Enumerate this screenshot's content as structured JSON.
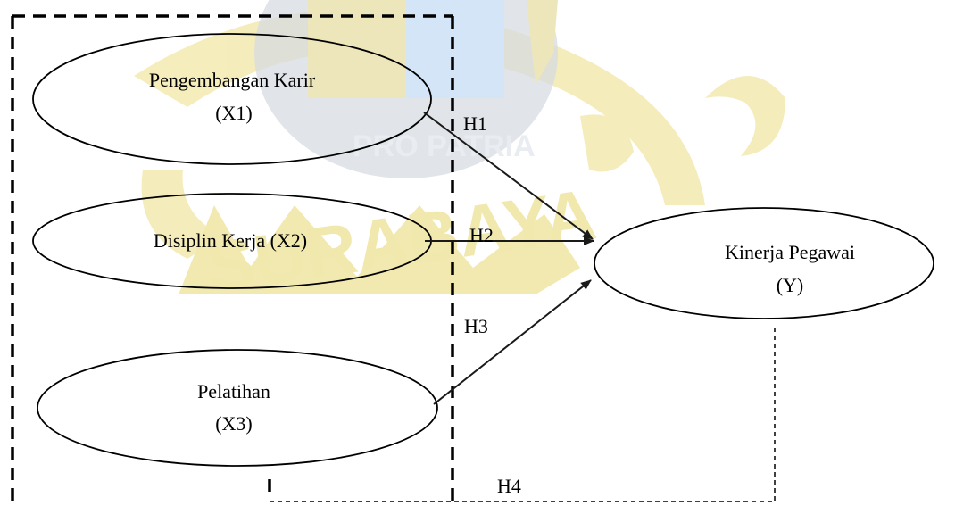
{
  "nodes": {
    "x1": {
      "line1": "Pengembangan Karir",
      "line2": "(X1)"
    },
    "x2": {
      "line1": "Disiplin Kerja (X2)"
    },
    "x3": {
      "line1": "Pelatihan",
      "line2": "(X3)"
    },
    "y": {
      "line1": "Kinerja Pegawai",
      "line2": "(Y)"
    }
  },
  "hypotheses": {
    "h1": "H1",
    "h2": "H2",
    "h3": "H3",
    "h4": "H4"
  },
  "watermark": {
    "line1": "PRO PATRIA",
    "line2": "SURABAYA"
  },
  "colors": {
    "watermark_gold": "#f3e8a8",
    "watermark_blue": "#cfe3f6",
    "watermark_gray": "#c9cdd1",
    "arrow": "#000000"
  }
}
